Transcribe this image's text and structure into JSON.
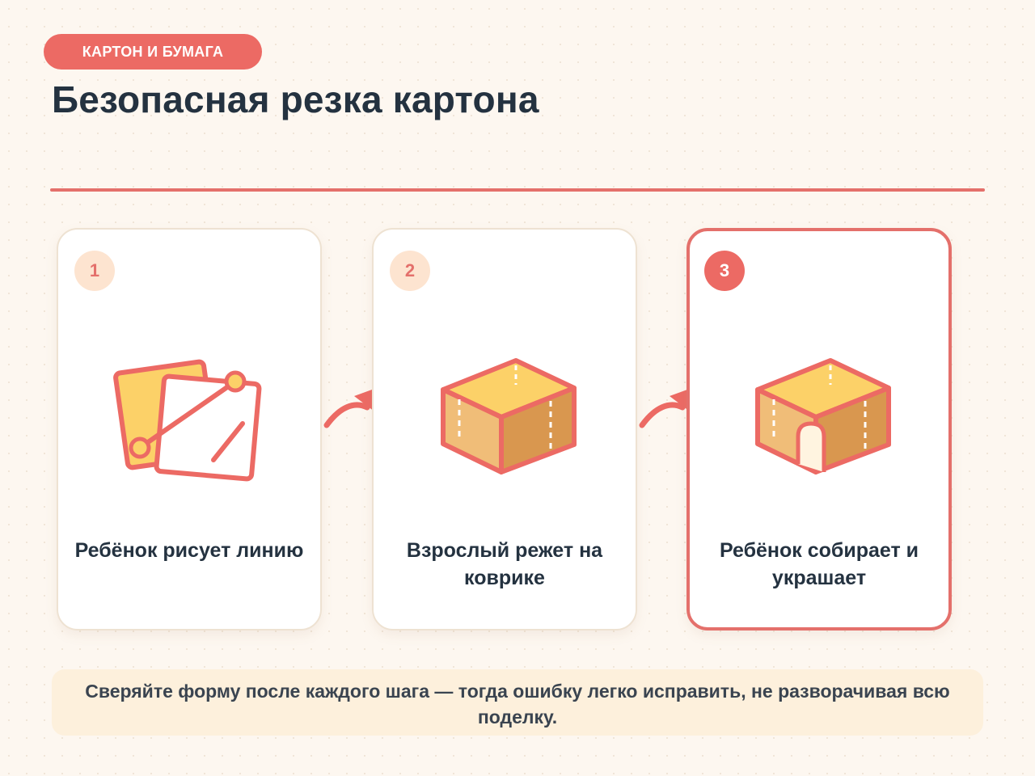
{
  "header": {
    "tag": "КАРТОН И БУМАГА",
    "title": "Безопасная резка картона"
  },
  "steps": [
    {
      "number": "1",
      "label": "Ребёнок рисует линию",
      "icon": "paper-with-line-icon",
      "active": false
    },
    {
      "number": "2",
      "label": "Взрослый режет на коврике",
      "icon": "cardboard-box-icon",
      "active": false
    },
    {
      "number": "3",
      "label": "Ребёнок собирает и украшает",
      "icon": "box-house-icon",
      "active": true
    }
  ],
  "tip": "Сверяйте форму после каждого шага — тогда ошибку легко исправить, не разворачивая всю поделку.",
  "colors": {
    "accent": "#ec6a64",
    "title": "#243240",
    "background": "#fdf7f0",
    "badge_bg": "#fde4d0",
    "box_top": "#fcd168",
    "box_left": "#f0bd78",
    "box_right": "#d9974f",
    "tip_bg": "#fdf0dc"
  }
}
